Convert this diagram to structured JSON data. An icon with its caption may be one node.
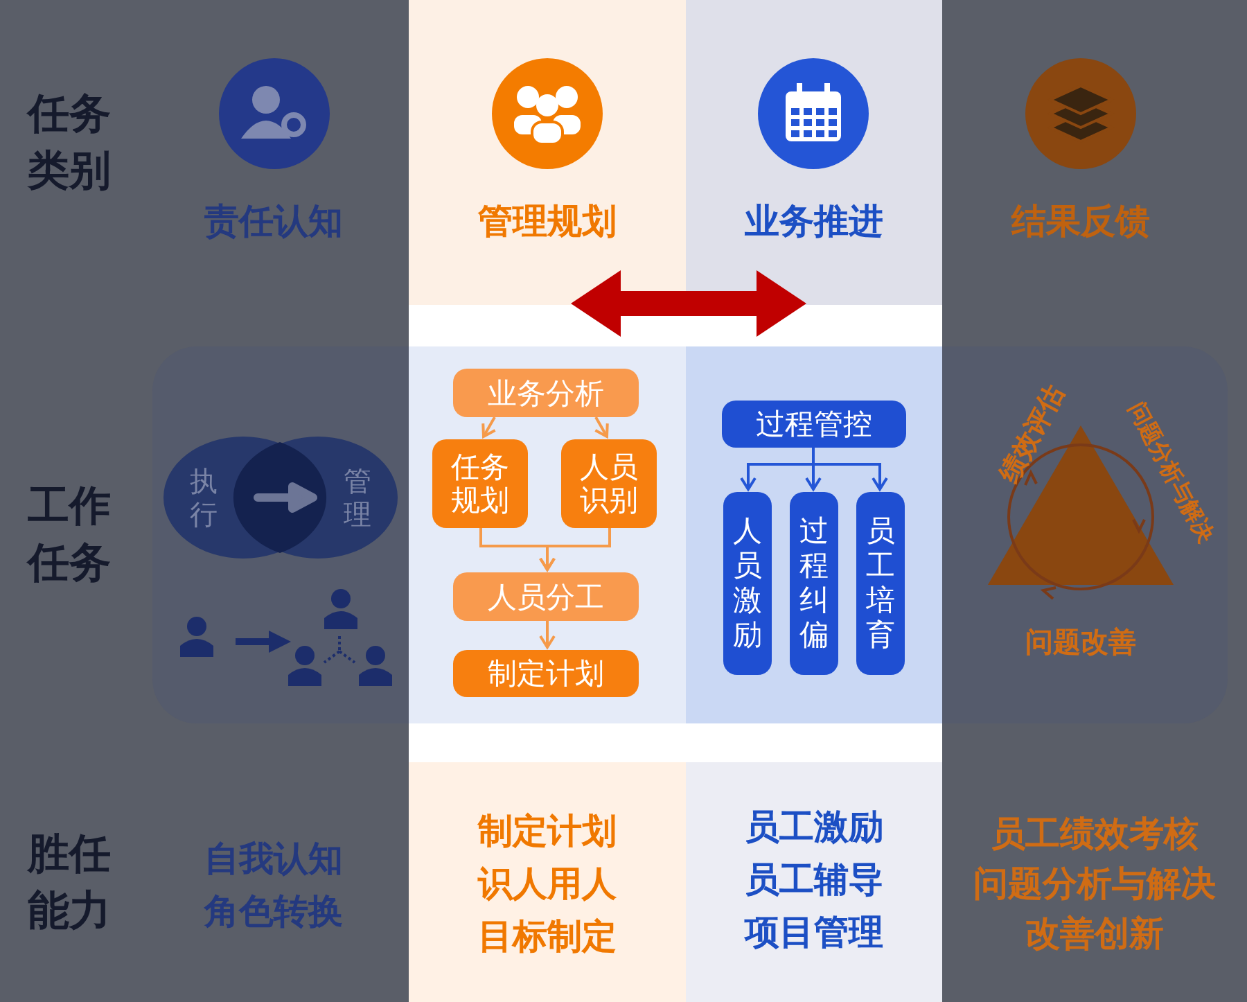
{
  "diagram": {
    "nodes": [
      {
        "text": [
          "责任认知"
        ]
      },
      {
        "text": [
          "管理规划"
        ]
      },
      {
        "text": [
          "业务推进"
        ]
      },
      {
        "text": [
          "结果反馈"
        ]
      },
      {
        "text": [
          "执行"
        ]
      },
      {
        "text": [
          "管理"
        ]
      },
      {
        "text": [
          "业务分析"
        ]
      },
      {
        "text": [
          "任务规划"
        ]
      },
      {
        "text": [
          "人员识别"
        ]
      },
      {
        "text": [
          "人员分工"
        ]
      },
      {
        "text": [
          "制定计划"
        ]
      },
      {
        "text": [
          "过程管控"
        ]
      },
      {
        "text": [
          "人员激励"
        ]
      },
      {
        "text": [
          "过程纠偏"
        ]
      },
      {
        "text": [
          "员工培育"
        ]
      }
    ],
    "edges": [
      {
        "from": 1,
        "to": 2,
        "arrow": "both",
        "style": "thick",
        "color": "#c00000"
      },
      {
        "from": 6,
        "to": 7,
        "arrow": "to"
      },
      {
        "from": 6,
        "to": 8,
        "arrow": "to"
      },
      {
        "from": 7,
        "to": 9,
        "arrow": "to"
      },
      {
        "from": 8,
        "to": 9,
        "arrow": "to"
      },
      {
        "from": 9,
        "to": 10,
        "arrow": "to"
      },
      {
        "from": 11,
        "to": 12,
        "arrow": "to",
        "color": "#2456d6"
      },
      {
        "from": 11,
        "to": 13,
        "arrow": "to",
        "color": "#2456d6"
      },
      {
        "from": 11,
        "to": 14,
        "arrow": "to",
        "color": "#2456d6"
      }
    ],
    "labels": [
      "任务类别",
      "工作任务",
      "绩效评估",
      "问题分析与解决",
      "问题改善",
      "胜任能力",
      "自我认知",
      "角色转换",
      "制定计划",
      "识人用人",
      "目标制定",
      "员工激励",
      "员工辅导",
      "项目管理",
      "员工绩效考核",
      "问题分析与解决",
      "改善创新"
    ]
  }
}
